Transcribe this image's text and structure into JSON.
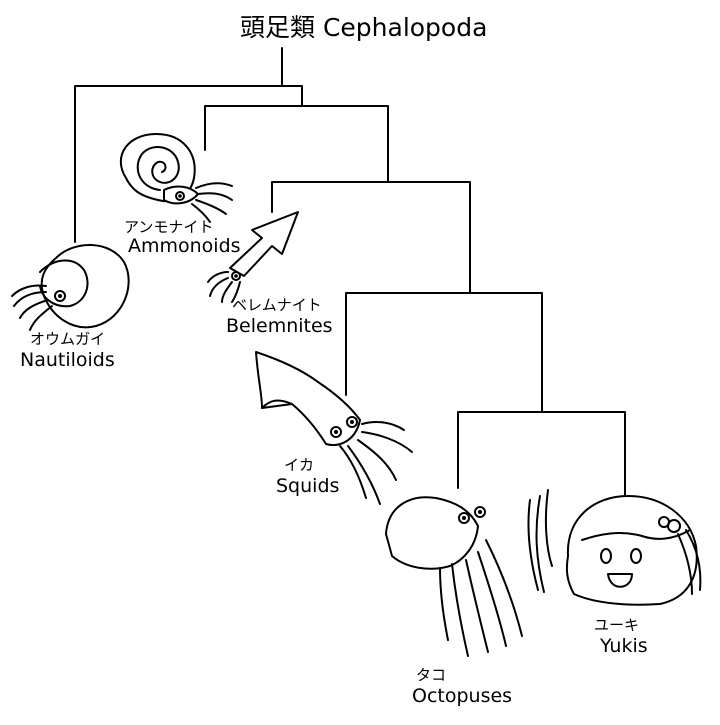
{
  "title": "頭足類 Cephalopoda",
  "taxa": [
    {
      "id": "nautiloids",
      "label_jp": "オウムガイ",
      "label_en": "Nautiloids",
      "icon": "nautilus-icon"
    },
    {
      "id": "ammonoids",
      "label_jp": "アンモナイト",
      "label_en": "Ammonoids",
      "icon": "ammonite-icon"
    },
    {
      "id": "belemnites",
      "label_jp": "ベレムナイト",
      "label_en": "Belemnites",
      "icon": "belemnite-icon"
    },
    {
      "id": "squids",
      "label_jp": "イカ",
      "label_en": "Squids",
      "icon": "squid-icon"
    },
    {
      "id": "octopuses",
      "label_jp": "タコ",
      "label_en": "Octopuses",
      "icon": "octopus-icon"
    },
    {
      "id": "yukis",
      "label_jp": "ユーキ",
      "label_en": "Yukis",
      "icon": "yuki-girl-icon"
    }
  ]
}
